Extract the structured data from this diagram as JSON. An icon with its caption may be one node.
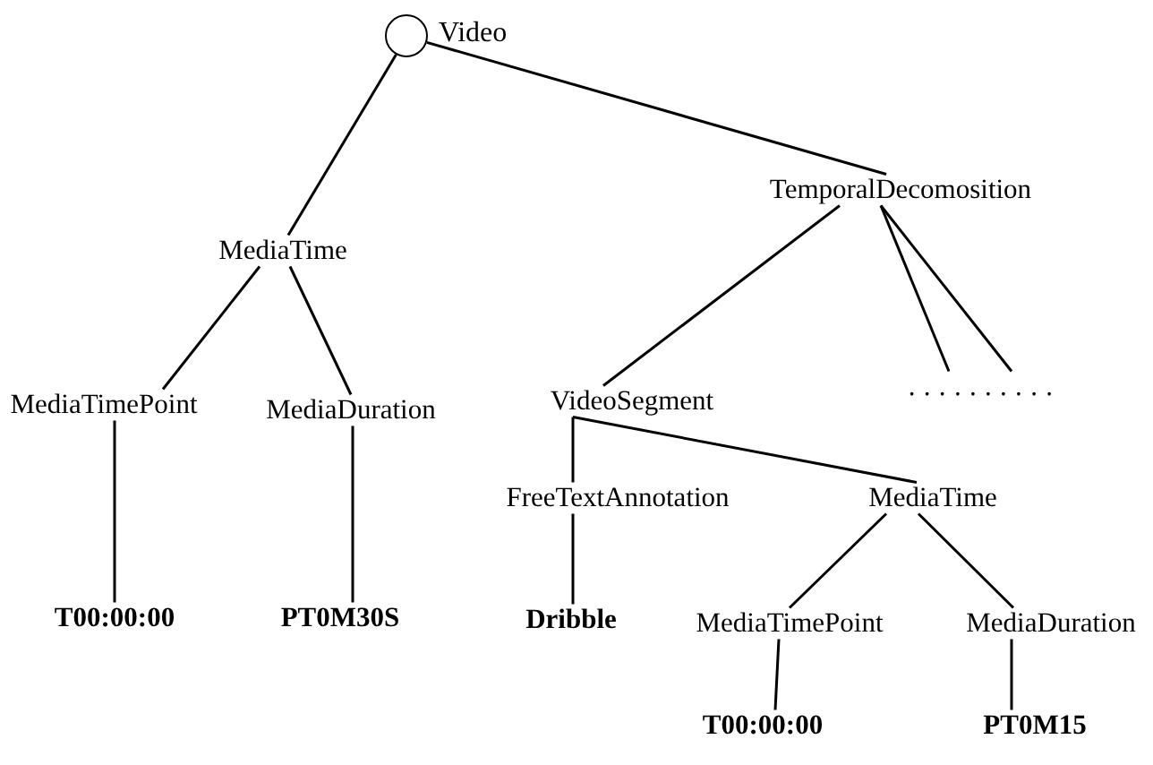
{
  "diagram": {
    "nodes": [
      {
        "text": [],
        "shape": "circle",
        "beside": [
          "Video"
        ]
      },
      {
        "text": [
          "MediaTime"
        ]
      },
      {
        "text": [
          "TemporalDecomosition"
        ]
      },
      {
        "text": [
          "MediaTimePoint"
        ]
      },
      {
        "text": [
          "MediaDuration"
        ]
      },
      {
        "text": [
          "VideoSegment"
        ]
      },
      {
        "text": [
          ".........."
        ]
      },
      {
        "text": [
          "T00:00:00"
        ]
      },
      {
        "text": [
          "PT0M30S"
        ]
      },
      {
        "text": [
          "FreeTextAnnotation"
        ]
      },
      {
        "text": [
          "MediaTime"
        ]
      },
      {
        "text": [
          "Dribble"
        ]
      },
      {
        "text": [
          "MediaTimePoint"
        ]
      },
      {
        "text": [
          "MediaDuration"
        ]
      },
      {
        "text": [
          "T00:00:00"
        ]
      },
      {
        "text": [
          "PT0M15"
        ]
      }
    ],
    "edges": [
      {
        "from": 0,
        "to": 1,
        "arrow": "none"
      },
      {
        "from": 0,
        "to": 2,
        "arrow": "none"
      },
      {
        "from": 1,
        "to": 3,
        "arrow": "none"
      },
      {
        "from": 1,
        "to": 4,
        "arrow": "none"
      },
      {
        "from": 2,
        "to": 5,
        "arrow": "none"
      },
      {
        "from": 2,
        "to": 6,
        "arrow": "none"
      },
      {
        "from": 2,
        "to": 6,
        "arrow": "none"
      },
      {
        "from": 3,
        "to": 7,
        "arrow": "none"
      },
      {
        "from": 4,
        "to": 8,
        "arrow": "none"
      },
      {
        "from": 5,
        "to": 9,
        "arrow": "none"
      },
      {
        "from": 5,
        "to": 10,
        "arrow": "none"
      },
      {
        "from": 9,
        "to": 11,
        "arrow": "none"
      },
      {
        "from": 10,
        "to": 12,
        "arrow": "none"
      },
      {
        "from": 10,
        "to": 13,
        "arrow": "none"
      },
      {
        "from": 12,
        "to": 14,
        "arrow": "none"
      },
      {
        "from": 13,
        "to": 15,
        "arrow": "none"
      }
    ]
  }
}
